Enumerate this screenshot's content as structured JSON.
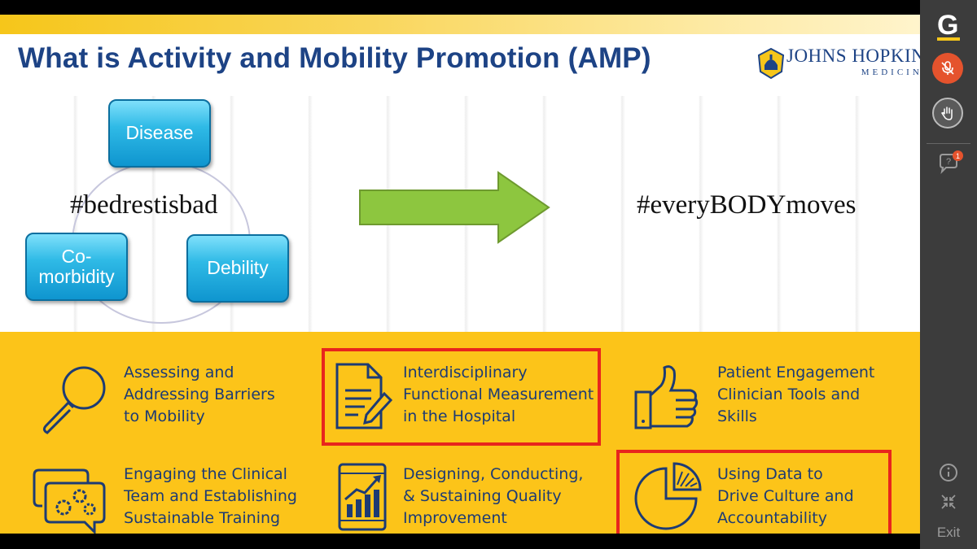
{
  "slide": {
    "title": "What is Activity and Mobility Promotion (AMP)",
    "logo": {
      "name": "JOHNS HOPKINS",
      "sub": "MEDICINE"
    },
    "cycle": {
      "top": "Disease",
      "left_line1": "Co-",
      "left_line2": "morbidity",
      "right": "Debility"
    },
    "hashtag_left": "#bedrestisbad",
    "hashtag_right": "#everyBODYmoves",
    "items": [
      {
        "lines": [
          "Assessing and",
          "Addressing Barriers",
          "to Mobility"
        ],
        "icon": "magnifier-icon",
        "highlighted": false
      },
      {
        "lines": [
          "Interdisciplinary",
          "Functional Measurement",
          "in the Hospital"
        ],
        "icon": "document-pencil-icon",
        "highlighted": true
      },
      {
        "lines": [
          "Patient Engagement",
          "Clinician Tools and",
          "Skills"
        ],
        "icon": "thumbs-up-icon",
        "highlighted": false
      },
      {
        "lines": [
          "Engaging the Clinical",
          "Team and Establishing",
          "Sustainable Training"
        ],
        "icon": "chat-gears-icon",
        "highlighted": false
      },
      {
        "lines": [
          "Designing, Conducting,",
          "& Sustaining Quality",
          "Improvement"
        ],
        "icon": "tablet-chart-icon",
        "highlighted": false
      },
      {
        "lines": [
          "Using Data to",
          "Drive Culture and",
          "Accountability"
        ],
        "icon": "pie-chart-icon",
        "highlighted": true
      }
    ],
    "colors": {
      "title": "#1d4385",
      "panel": "#fcc419",
      "highlight": "#e8251d",
      "arrow": "#8dc63f",
      "box": "#1ba9de"
    }
  },
  "sidebar": {
    "logo": "G",
    "qa_badge": "1",
    "exit_label": "Exit",
    "icons": [
      "g-logo-icon",
      "mic-muted-icon",
      "raise-hand-icon",
      "question-chat-icon",
      "info-icon",
      "collapse-icon"
    ]
  }
}
